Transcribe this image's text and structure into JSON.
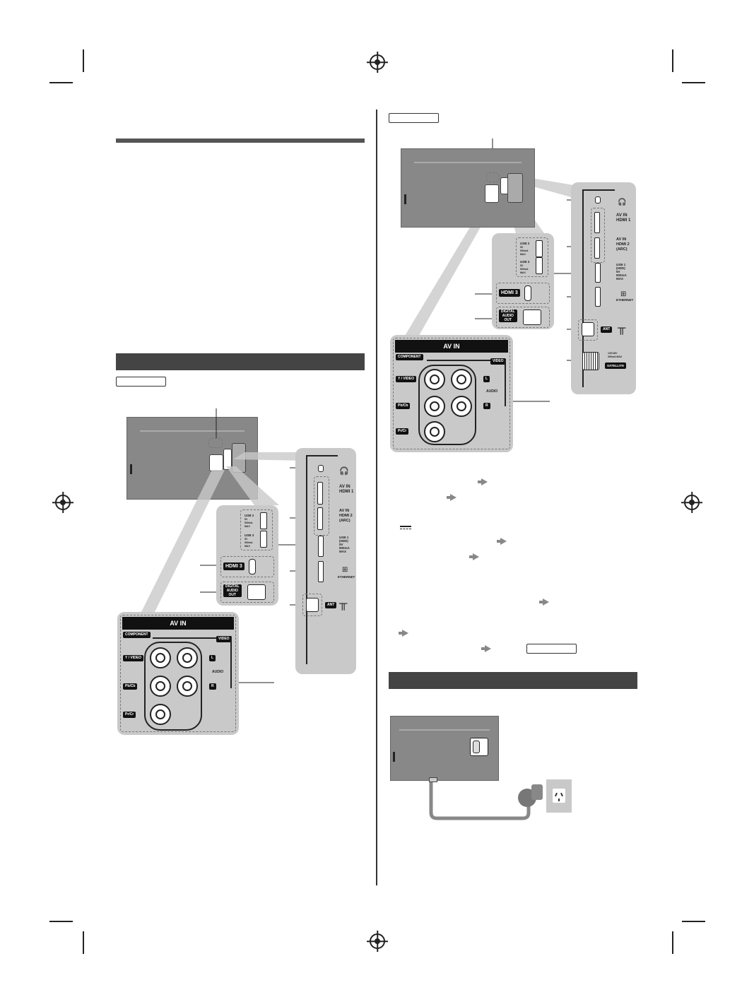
{
  "labels": {
    "av_in": "AV IN",
    "component": "COMPONENT",
    "video": "VIDEO",
    "audio": "AUDIO",
    "l": "L",
    "r": "R",
    "y_video": "Y / VIDEO",
    "pb_cb": "Pb/Cb",
    "pr_cr": "Pr/Cr",
    "hdmi3": "HDMI 3",
    "digital_audio_out": "DIGITAL\nAUDIO\nOUT",
    "usb2": "USB 2",
    "usb3": "USB 3",
    "usb_rating": "5V\n500mA\nMAX",
    "av_in_hdmi1": "AV IN\nHDMI 1",
    "av_in_hdmi2": "AV IN\nHDMI 2\n(ARC)",
    "usb1_hdd": "USB 1\n(HDD)\n5V\n900mA\nMAX",
    "ethernet": "ETHERNET",
    "ant": "ANT",
    "satellite": "SATELLITE",
    "sat_rating": "13V/18V\n350mA MAX"
  },
  "icons": {
    "headphone": "headphone-icon",
    "ethernet": "ethernet-icon",
    "antenna": "antenna-icon",
    "dc": "dc-symbol-icon",
    "arrow": "arrow-right-icon",
    "power_plug": "power-plug-icon",
    "wall_outlet": "wall-outlet-icon"
  },
  "colors": {
    "section_bar": "#444444",
    "panel": "#888888",
    "callout": "#c9c9c9"
  }
}
